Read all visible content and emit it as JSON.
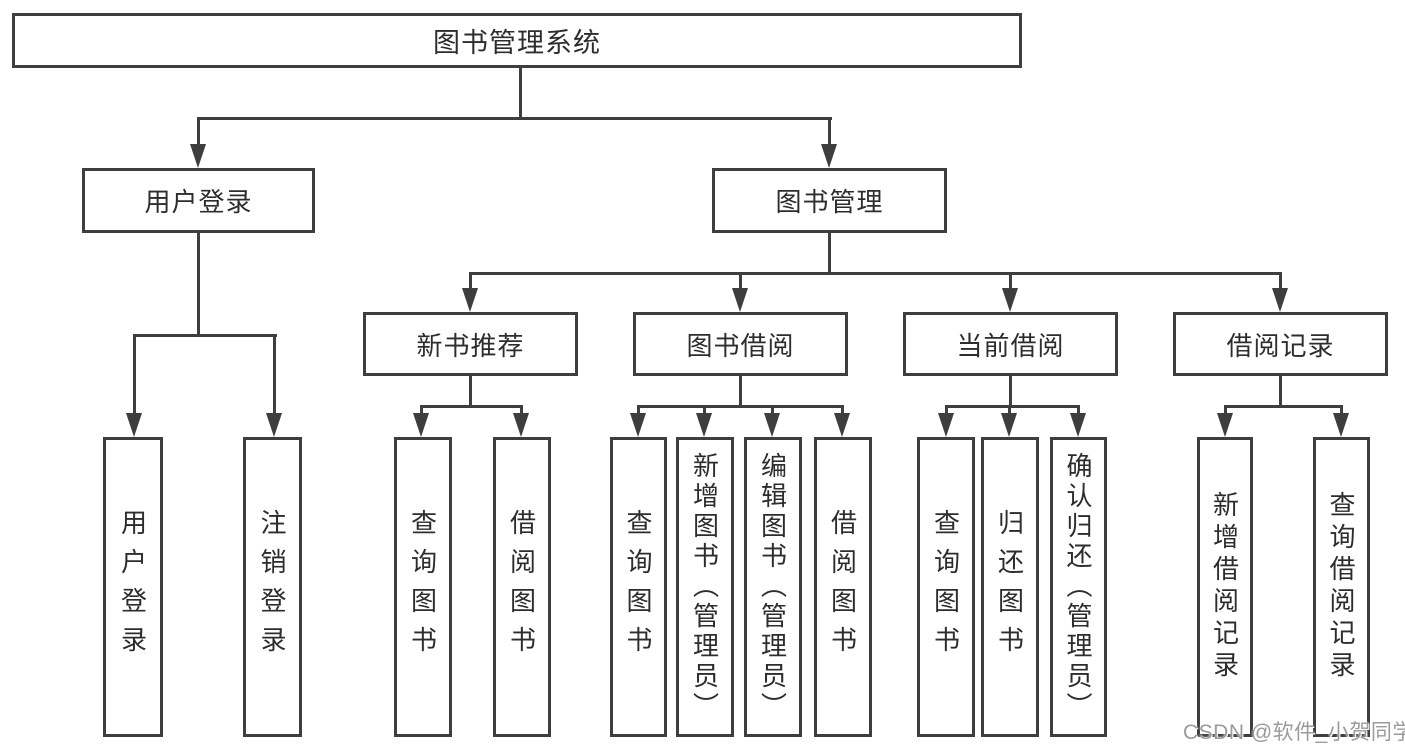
{
  "diagram_title": "图书管理系统",
  "colors": {
    "background": "#ffffff",
    "line": "#3e3e3e",
    "box_border": "#3e3e3e",
    "text": "#2d2d2d",
    "watermark": "#9b9b9b"
  },
  "watermark": {
    "text": "CSDN @软件_小贺同学"
  },
  "tree": {
    "label": "图书管理系统",
    "children": [
      {
        "label": "用户登录",
        "children": [
          {
            "label": "用户登录"
          },
          {
            "label": "注销登录"
          }
        ]
      },
      {
        "label": "图书管理",
        "children": [
          {
            "label": "新书推荐",
            "children": [
              {
                "label": "查询图书"
              },
              {
                "label": "借阅图书"
              }
            ]
          },
          {
            "label": "图书借阅",
            "children": [
              {
                "label": "查询图书"
              },
              {
                "label": "新增图书（管理员）"
              },
              {
                "label": "编辑图书（管理员）"
              },
              {
                "label": "借阅图书"
              }
            ]
          },
          {
            "label": "当前借阅",
            "children": [
              {
                "label": "查询图书"
              },
              {
                "label": "归还图书"
              },
              {
                "label": "确认归还（管理员）"
              }
            ]
          },
          {
            "label": "借阅记录",
            "children": [
              {
                "label": "新增借阅记录"
              },
              {
                "label": "查询借阅记录"
              }
            ]
          }
        ]
      }
    ]
  }
}
